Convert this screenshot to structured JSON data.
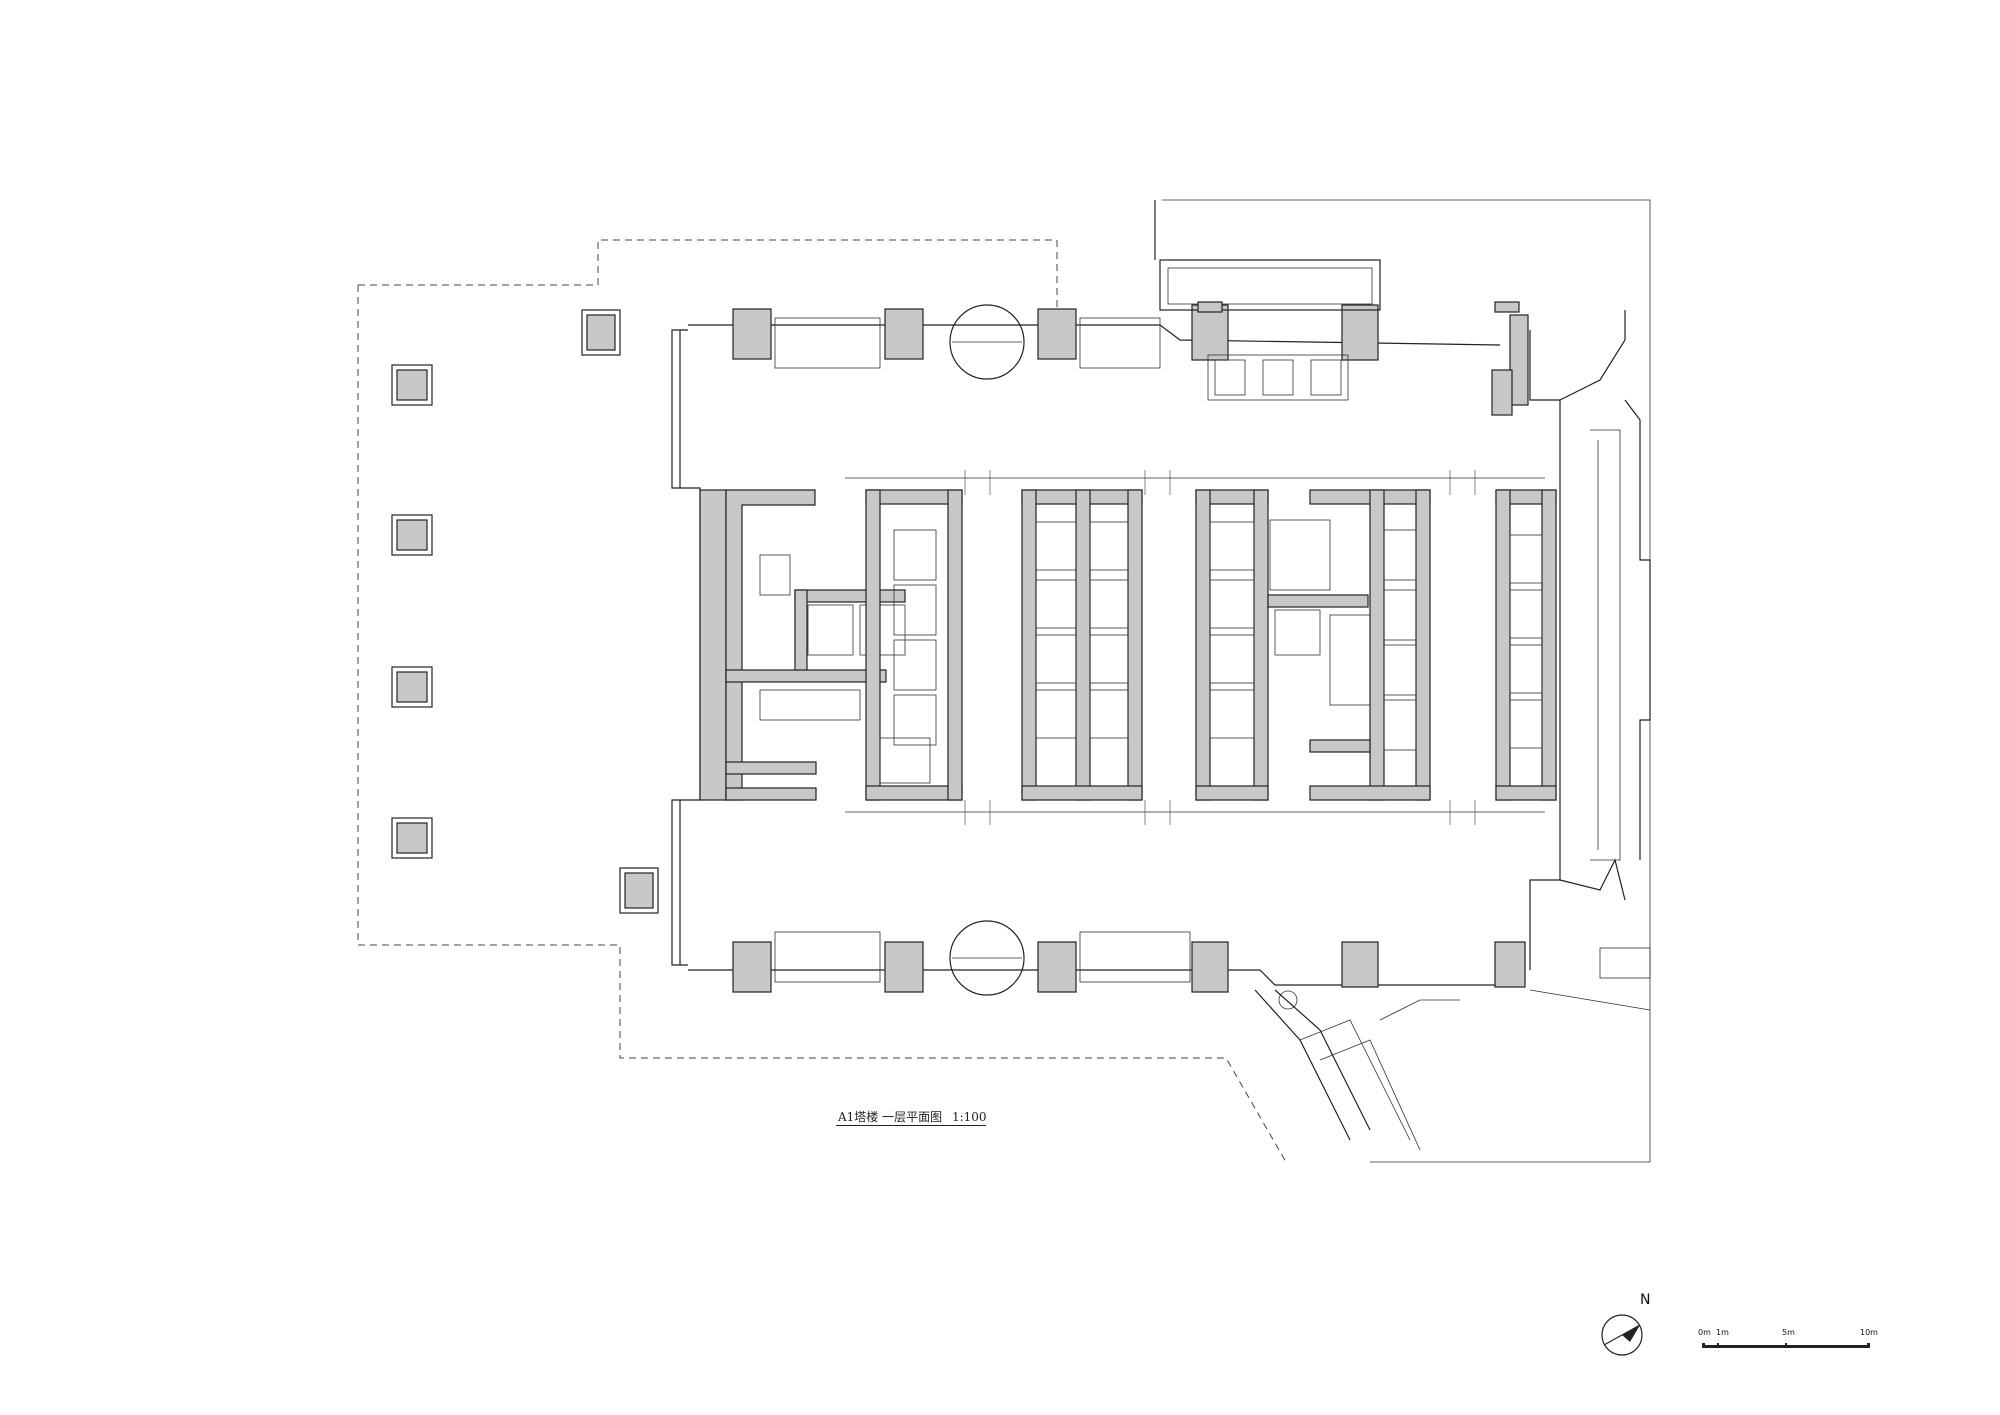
{
  "drawing": {
    "title": "A1塔楼 一层平面图",
    "scale_text": "1:100"
  },
  "north": {
    "label": "N"
  },
  "scale_bar": {
    "ticks": [
      "0m",
      "1m",
      "5m",
      "10m"
    ]
  },
  "colors": {
    "line": "#222222",
    "wall_fill": "#c8c8c8",
    "background": "#ffffff"
  }
}
